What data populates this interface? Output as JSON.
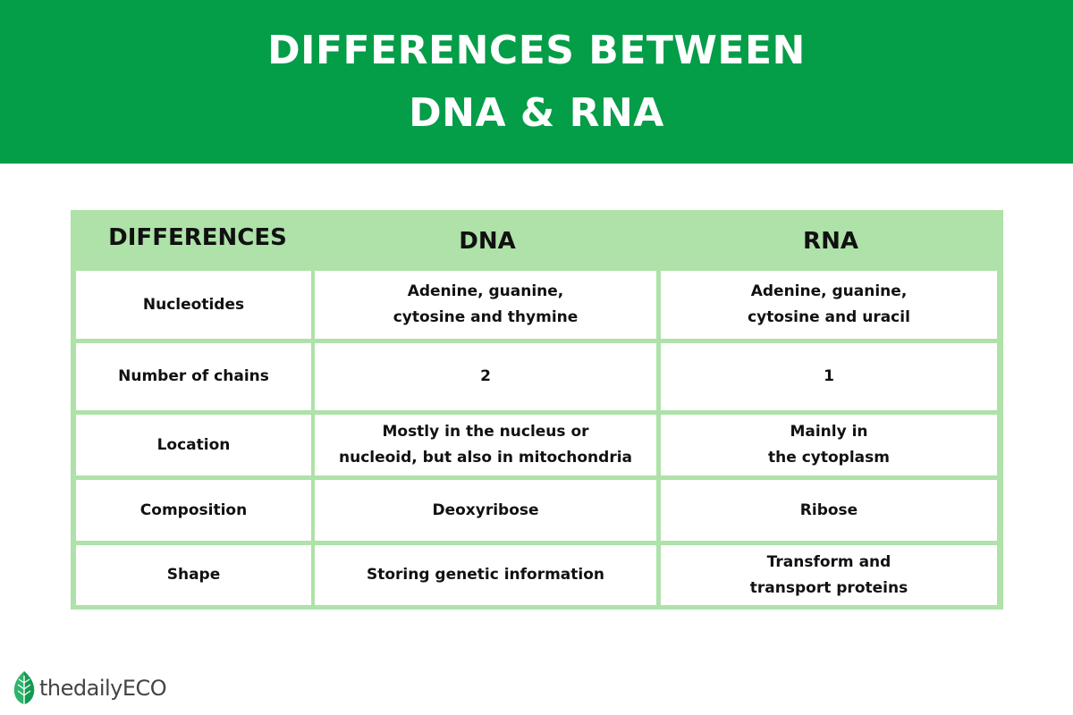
{
  "banner": {
    "title_line1": "DIFFERENCES BETWEEN",
    "title_line2": "DNA & RNA"
  },
  "table": {
    "headers": [
      "DIFFERENCES",
      "DNA",
      "RNA"
    ],
    "rows": [
      {
        "label": "Nucleotides",
        "dna": [
          "Adenine, guanine,",
          "cytosine and thymine"
        ],
        "rna": [
          "Adenine, guanine,",
          "cytosine and uracil"
        ]
      },
      {
        "label": "Number of chains",
        "dna": [
          "2"
        ],
        "rna": [
          "1"
        ]
      },
      {
        "label": "Location",
        "dna": [
          "Mostly in the nucleus or",
          "nucleoid, but also in mitochondria"
        ],
        "rna": [
          "Mainly in",
          "the cytoplasm"
        ]
      },
      {
        "label": "Composition",
        "dna": [
          "Deoxyribose"
        ],
        "rna": [
          "Ribose"
        ]
      },
      {
        "label": "Shape",
        "dna": [
          "Storing genetic information"
        ],
        "rna": [
          "Transform and",
          "transport proteins"
        ]
      }
    ]
  },
  "logo": {
    "text": "thedailyECO",
    "icon": "leaf-icon"
  },
  "colors": {
    "banner": "#049d48",
    "table_grid": "#aee2a8",
    "text": "#111111"
  }
}
